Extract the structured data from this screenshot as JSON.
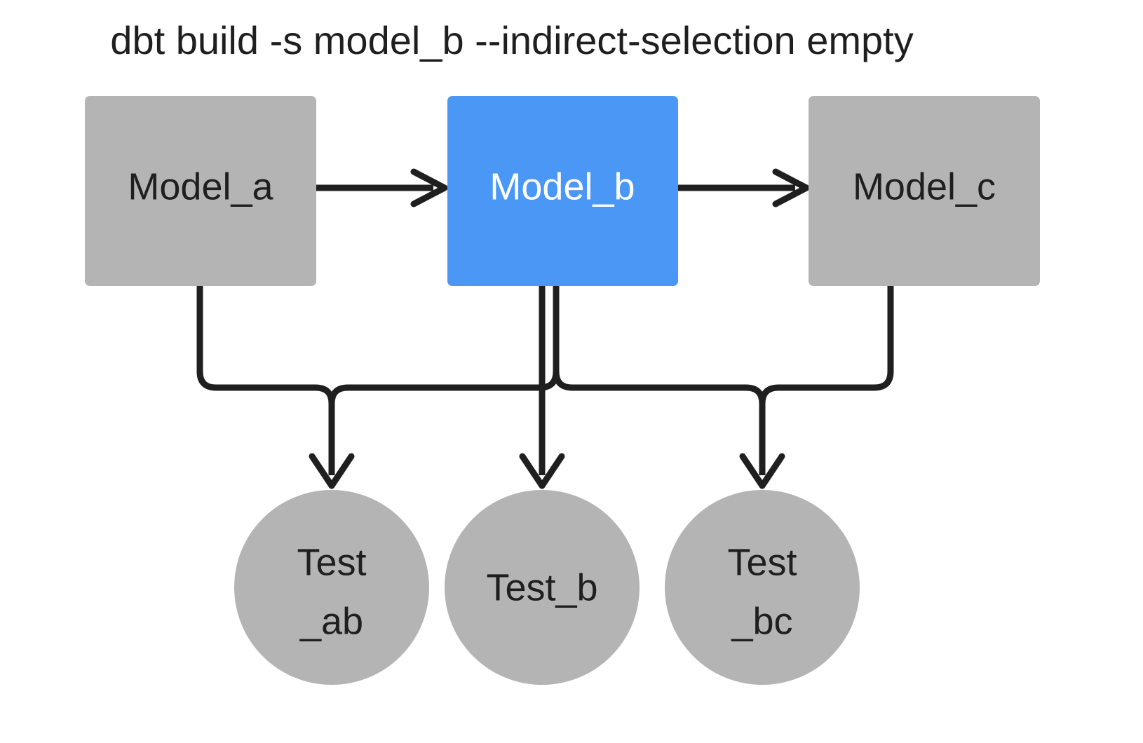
{
  "diagram": {
    "title": "dbt build -s model_b --indirect-selection empty",
    "colors": {
      "background": "#ffffff",
      "node_default": "#b4b4b4",
      "node_selected": "#4a97f5",
      "edge": "#1f1f1f",
      "text_default": "#1f1f1f",
      "text_on_selected": "#ffffff"
    },
    "models": [
      {
        "id": "model_a",
        "label": "Model_a",
        "shape": "rectangle",
        "state": "unselected"
      },
      {
        "id": "model_b",
        "label": "Model_b",
        "shape": "rectangle",
        "state": "selected"
      },
      {
        "id": "model_c",
        "label": "Model_c",
        "shape": "rectangle",
        "state": "unselected"
      }
    ],
    "tests": [
      {
        "id": "test_ab",
        "label_line1": "Test",
        "label_line2": "_ab",
        "shape": "circle",
        "state": "unselected"
      },
      {
        "id": "test_b",
        "label_line1": "Test_b",
        "label_line2": "",
        "shape": "circle",
        "state": "unselected"
      },
      {
        "id": "test_bc",
        "label_line1": "Test",
        "label_line2": "_bc",
        "shape": "circle",
        "state": "unselected"
      }
    ],
    "edges": [
      {
        "from": "model_a",
        "to": "model_b",
        "style": "straight-arrow"
      },
      {
        "from": "model_b",
        "to": "model_c",
        "style": "straight-arrow"
      },
      {
        "from": "model_a",
        "to": "test_ab",
        "style": "elbow-arrow"
      },
      {
        "from": "model_b",
        "to": "test_ab",
        "style": "elbow-arrow"
      },
      {
        "from": "model_b",
        "to": "test_b",
        "style": "straight-arrow"
      },
      {
        "from": "model_b",
        "to": "test_bc",
        "style": "elbow-arrow"
      },
      {
        "from": "model_c",
        "to": "test_bc",
        "style": "elbow-arrow"
      }
    ]
  }
}
